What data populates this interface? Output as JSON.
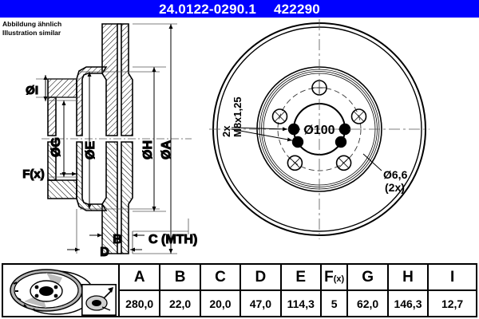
{
  "header": {
    "part_number": "24.0122-0290.1",
    "article_number": "422290",
    "banner_color": "#0000ff",
    "text_color": "#ffffff"
  },
  "caption": {
    "line_de": "Abbildung ähnlich",
    "line_en": "Illustration similar"
  },
  "section_view": {
    "labels": {
      "dia_i": "ØI",
      "dia_g": "ØG",
      "dia_e": "ØE",
      "dia_h": "ØH",
      "dia_a": "ØA",
      "force": "F(x)",
      "b": "B",
      "c": "C (MTH)",
      "d": "D"
    }
  },
  "face_view": {
    "labels": {
      "thread": "2x\nM8x1,25",
      "thread_line1": "2x",
      "thread_line2": "M8x1,25",
      "center_bore": "Ø100",
      "small_hole": "Ø6,6",
      "small_hole_qty": "(2x)"
    }
  },
  "footer": {
    "icons": [
      {
        "name": "brake-disc-icon"
      },
      {
        "name": "caliper-measure-icon"
      }
    ],
    "table": {
      "columns": [
        "A",
        "B",
        "C",
        "D",
        "E",
        "F(x)",
        "G",
        "H",
        "I"
      ],
      "values": [
        "280,0",
        "22,0",
        "20,0",
        "47,0",
        "114,3",
        "5",
        "62,0",
        "146,3",
        "12,7"
      ]
    }
  }
}
